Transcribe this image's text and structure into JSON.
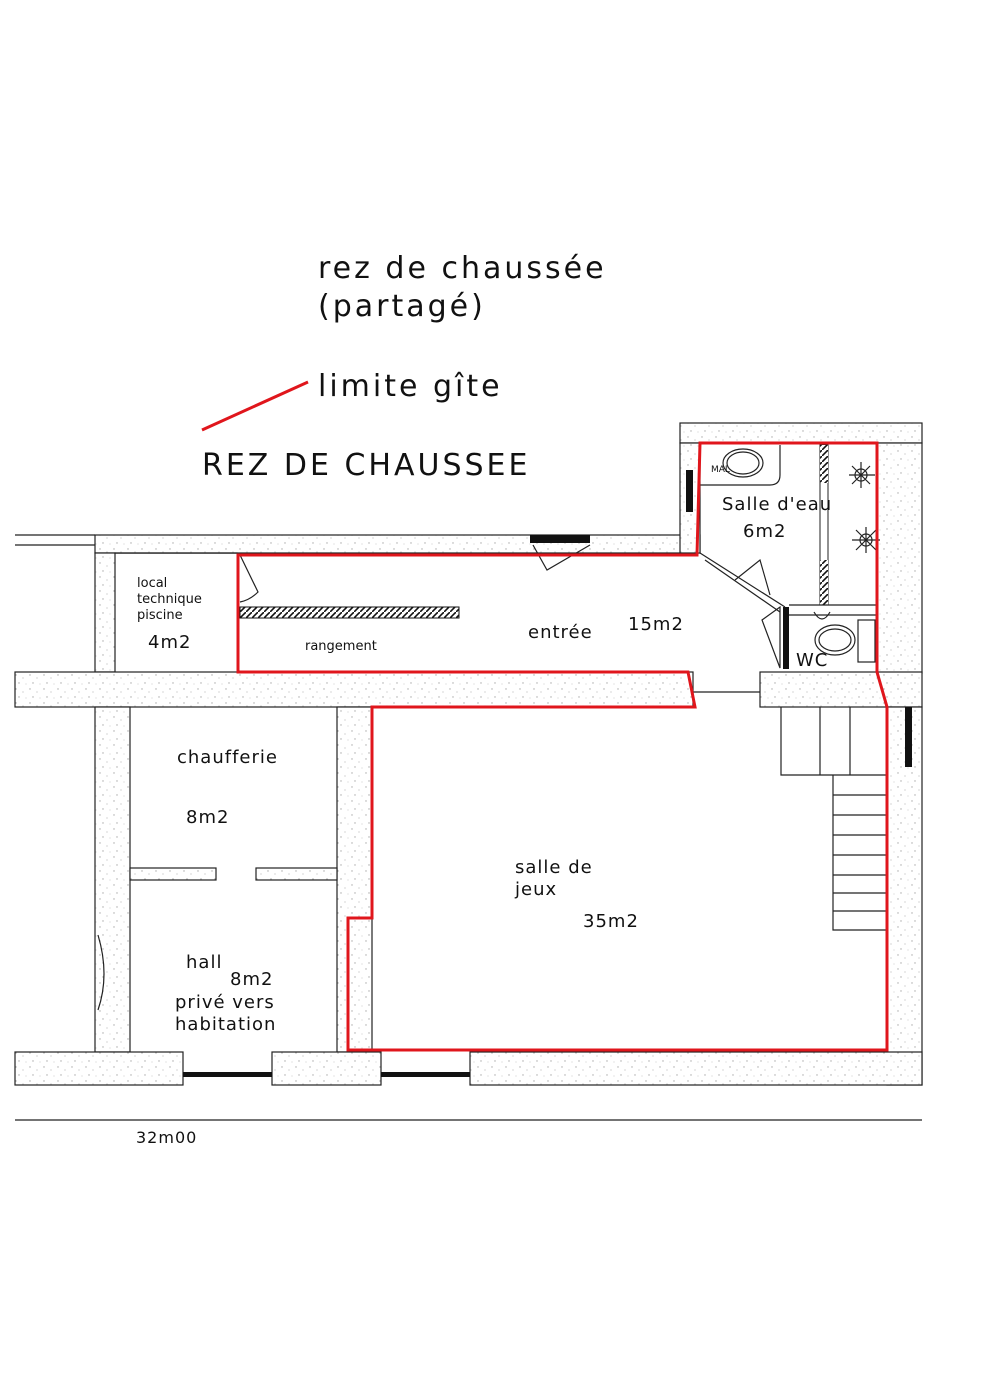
{
  "heading": {
    "line1": "rez de chaussée",
    "line2": "(partagé)"
  },
  "legend": {
    "label": "limite gîte",
    "color": "#e0161c"
  },
  "plan_title": "REZ DE CHAUSSEE",
  "rooms": {
    "local_technique": {
      "name_line1": "local",
      "name_line2": "technique",
      "name_line3": "piscine",
      "area": "4m2"
    },
    "rangement": {
      "name": "rangement"
    },
    "entree": {
      "name": "entrée",
      "area": "15m2"
    },
    "salle_eau": {
      "name": "Salle d'eau",
      "area": "6m2",
      "fixture": "MAL"
    },
    "wc": {
      "name": "WC"
    },
    "chaufferie": {
      "name": "chaufferie",
      "area": "8m2"
    },
    "hall": {
      "name": "hall",
      "area": "8m2",
      "line2": "privé vers",
      "line3": "habitation"
    },
    "salle_jeux": {
      "name_line1": "salle de",
      "name_line2": "jeux",
      "area": "35m2"
    }
  },
  "dimension": "32m00"
}
